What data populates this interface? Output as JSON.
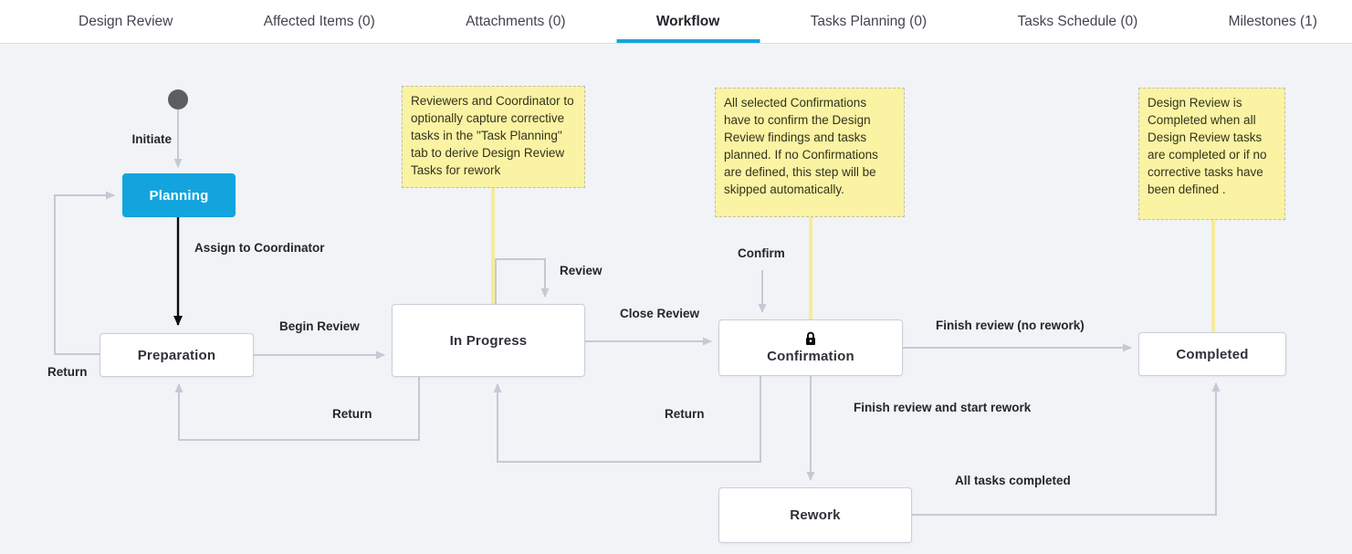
{
  "tabs": [
    {
      "label": "Design Review",
      "active": false
    },
    {
      "label": "Affected Items (0)",
      "active": false
    },
    {
      "label": "Attachments (0)",
      "active": false
    },
    {
      "label": "Workflow",
      "active": true
    },
    {
      "label": "Tasks Planning (0)",
      "active": false
    },
    {
      "label": "Tasks Schedule (0)",
      "active": false
    },
    {
      "label": "Milestones (1)",
      "active": false
    }
  ],
  "workflow": {
    "states": {
      "planning": "Planning",
      "preparation": "Preparation",
      "in_progress": "In Progress",
      "confirmation": "Confirmation",
      "completed": "Completed",
      "rework": "Rework"
    },
    "transitions": {
      "initiate": "Initiate",
      "assign_to_coordinator": "Assign to Coordinator",
      "begin_review": "Begin Review",
      "review": "Review",
      "close_review": "Close Review",
      "confirm": "Confirm",
      "finish_no_rework": "Finish review (no rework)",
      "finish_start_rework": "Finish review and start rework",
      "all_tasks_completed": "All tasks completed",
      "return_label": "Return"
    },
    "notes": [
      {
        "text": "Reviewers and Coordinator to optionally capture corrective tasks in the \"Task Planning\" tab to derive Design Review Tasks for rework"
      },
      {
        "text": "All selected Confirmations have to confirm the Design Review findings and tasks planned. If no Confirmations are defined, this step will be skipped automatically."
      },
      {
        "text": "Design Review is Completed when all Design Review tasks are completed or if no corrective tasks have been defined ."
      }
    ],
    "icons": {
      "confirmation_lock": "lock-icon",
      "start": "start-node"
    }
  },
  "colors": {
    "accent": "#14A4DD",
    "note_bg": "#FAF3A3",
    "connector": "#C4CAD4",
    "note_line": "#F6EB9A",
    "canvas_bg": "#F1F3F6"
  }
}
